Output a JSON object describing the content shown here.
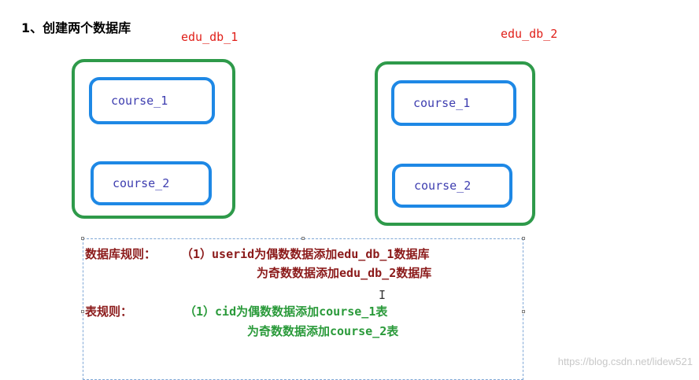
{
  "heading": "1、创建两个数据库",
  "databases": [
    {
      "name": "edu_db_1",
      "tables": [
        "course_1",
        "course_2"
      ]
    },
    {
      "name": "edu_db_2",
      "tables": [
        "course_1",
        "course_2"
      ]
    }
  ],
  "rules": {
    "db_rule_label": "数据库规则：",
    "db_rule_line1": "（1）userid为偶数数据添加edu_db_1数据库",
    "db_rule_line2": "为奇数数据添加edu_db_2数据库",
    "table_rule_label": "表规则：",
    "table_rule_line1": "（1）cid为偶数数据添加course_1表",
    "table_rule_line2": "为奇数数据添加course_2表"
  },
  "cursor_glyph": "I",
  "watermark": "https://blog.csdn.net/lidew521",
  "colors": {
    "db_border": "#2e9a4a",
    "table_border": "#1e88e5",
    "db_label": "#e0201a",
    "table_label": "#3e3eb0",
    "rule_red": "#8b1a1a",
    "rule_green": "#2a9a3a"
  }
}
